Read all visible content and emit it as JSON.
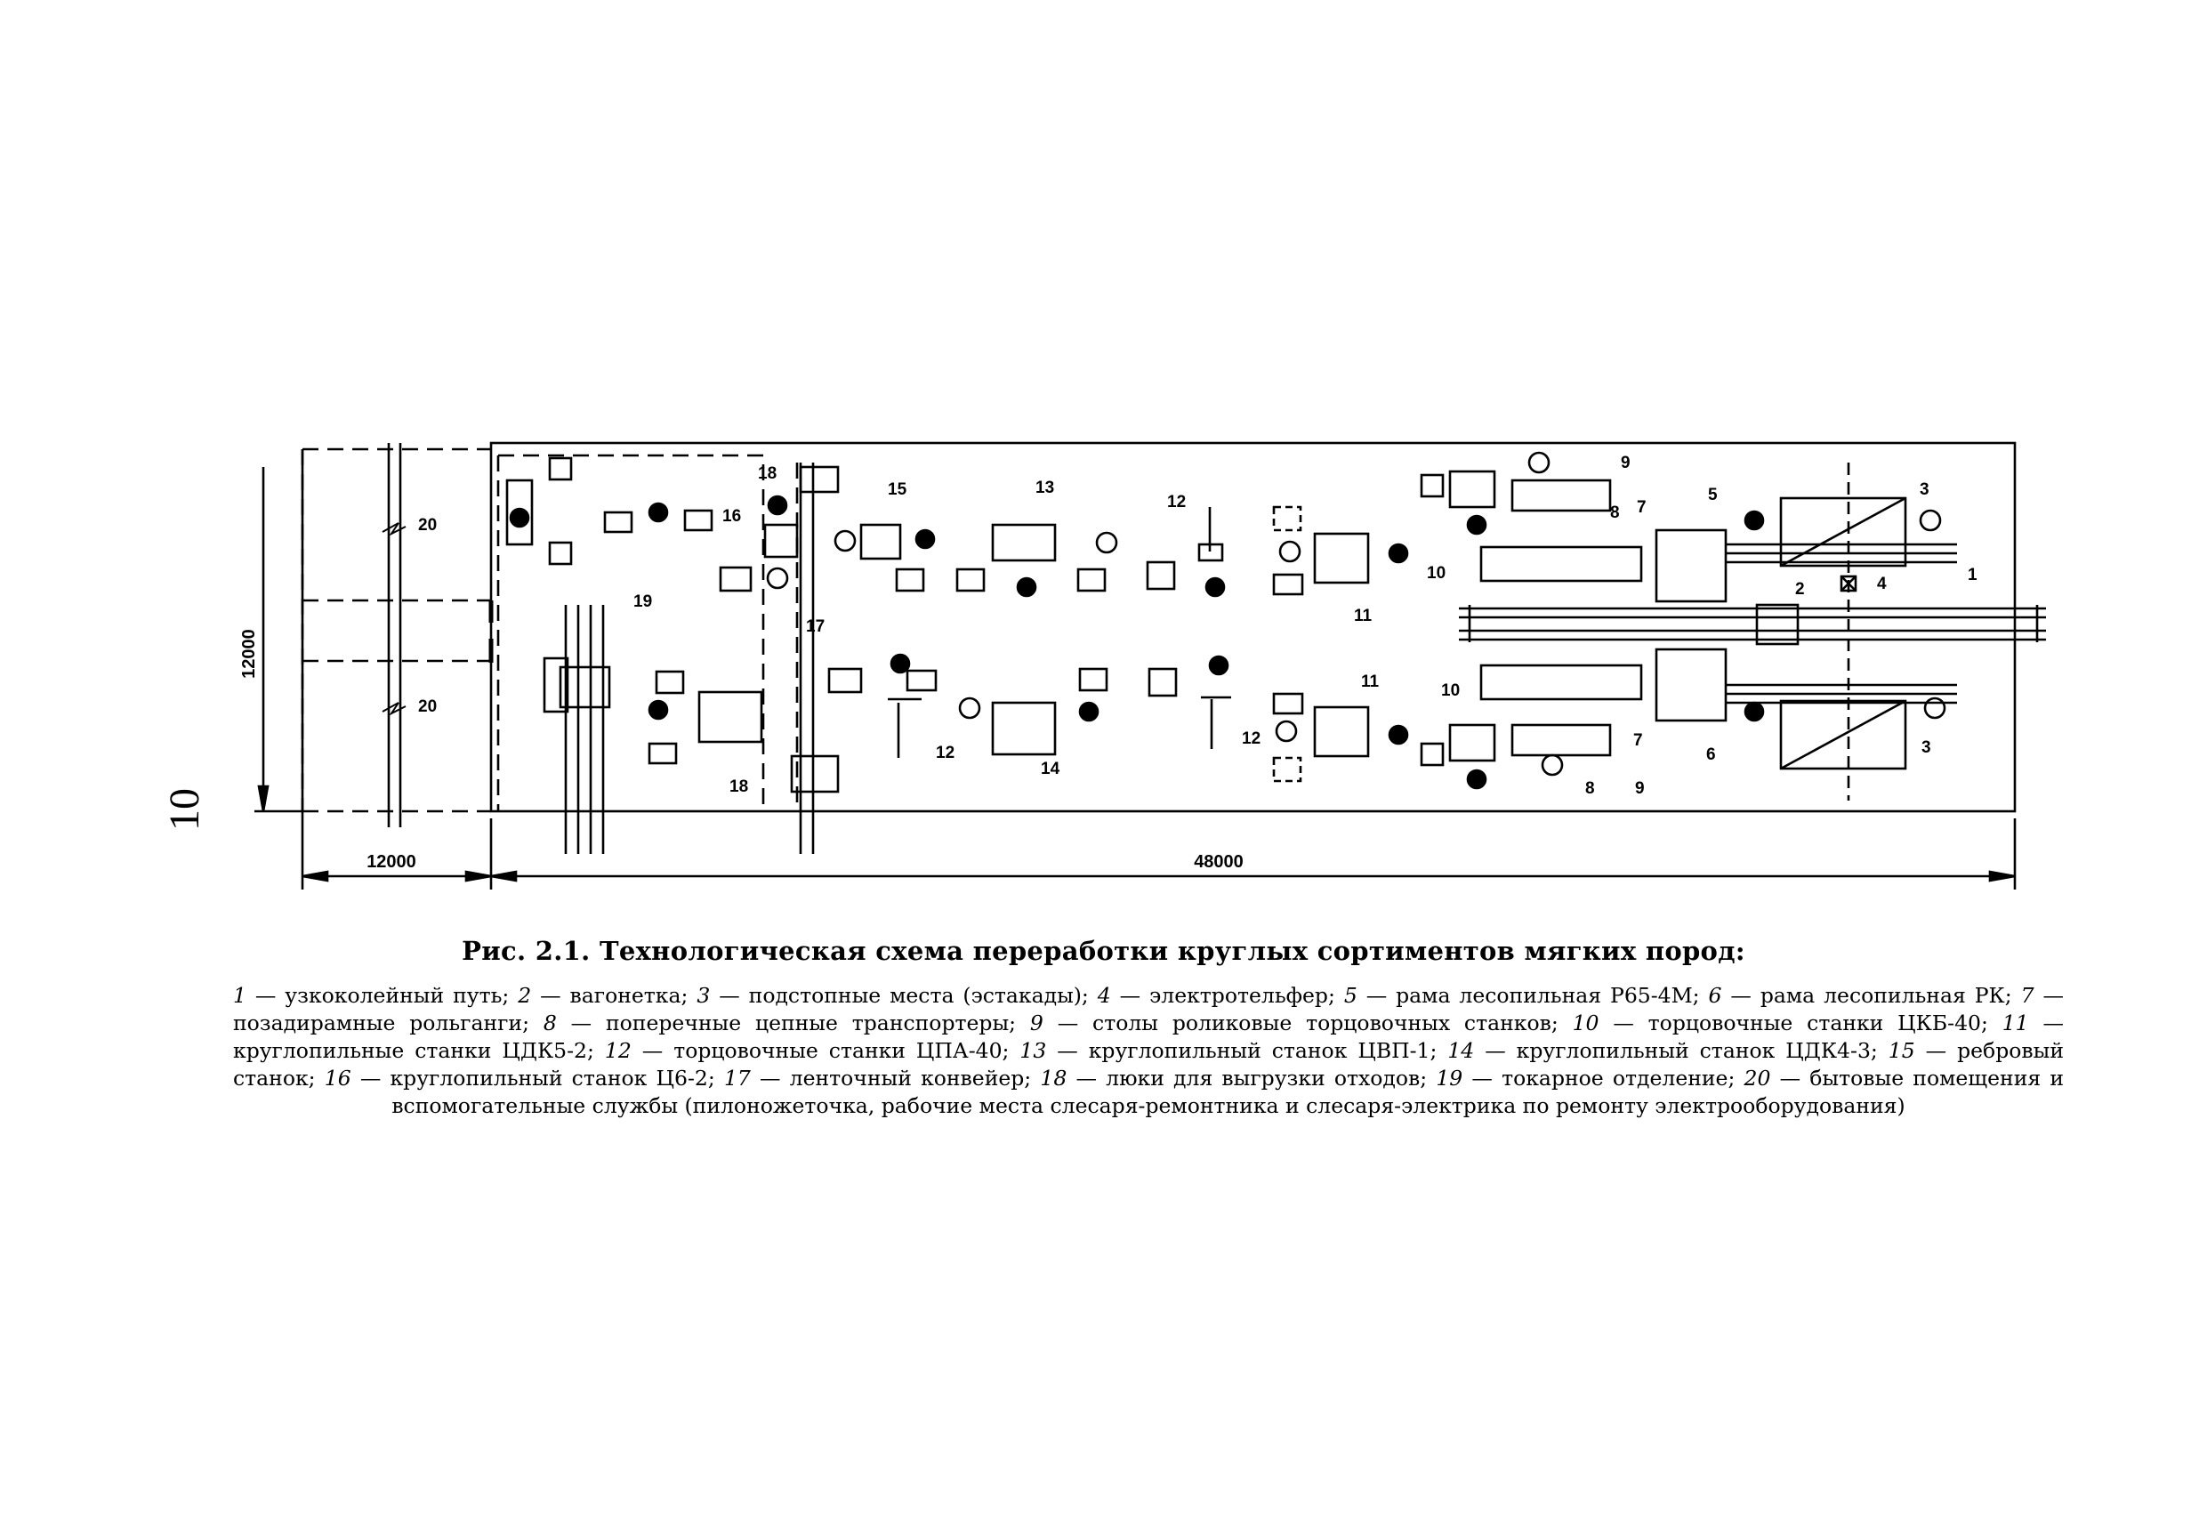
{
  "page": {
    "number": "10"
  },
  "plan": {
    "dimensions": {
      "width_left": "12000",
      "width_main": "48000",
      "height": "12000"
    },
    "callouts": [
      "1",
      "2",
      "3",
      "3",
      "4",
      "5",
      "6",
      "7",
      "7",
      "8",
      "8",
      "9",
      "9",
      "10",
      "10",
      "11",
      "11",
      "12",
      "12",
      "12",
      "13",
      "14",
      "15",
      "16",
      "17",
      "18",
      "18",
      "19",
      "20",
      "20"
    ]
  },
  "caption": {
    "title": "Рис. 2.1. Технологическая схема переработки круглых сортиментов мягких пород:",
    "items": [
      {
        "n": "1",
        "text": " — узкоколейный путь; "
      },
      {
        "n": "2",
        "text": " — вагонетка; "
      },
      {
        "n": "3",
        "text": " — подстопные места (эстакады); "
      },
      {
        "n": "4",
        "text": " — электротельфер; "
      },
      {
        "n": "5",
        "text": " — рама лесопильная Р65-4М; "
      },
      {
        "n": "6",
        "text": " — рама лесопильная РК; "
      },
      {
        "n": "7",
        "text": " — позадирамные рольганги; "
      },
      {
        "n": "8",
        "text": " — поперечные цепные транспортеры; "
      },
      {
        "n": "9",
        "text": " — столы роликовые торцовочных станков; "
      },
      {
        "n": "10",
        "text": " — торцовочные станки ЦКБ-40; "
      },
      {
        "n": "11",
        "text": " — круглопильные станки ЦДК5-2; "
      },
      {
        "n": "12",
        "text": " — торцовочные станки ЦПА-40; "
      },
      {
        "n": "13",
        "text": " — круглопильный станок ЦВП-1; "
      },
      {
        "n": "14",
        "text": " — круглопильный станок ЦДК4-3; "
      },
      {
        "n": "15",
        "text": " — ребровый станок; "
      },
      {
        "n": "16",
        "text": " — круглопильный станок Ц6-2; "
      },
      {
        "n": "17",
        "text": " — ленточный конвейер; "
      },
      {
        "n": "18",
        "text": " — люки для выгрузки отходов; "
      },
      {
        "n": "19",
        "text": " — токарное отделение; "
      },
      {
        "n": "20",
        "text": " — бытовые помещения и вспомогательные службы (пилоножеточка, рабочие места слесаря-ремонтника и слесаря-электрика по ремонту электрооборудования)"
      }
    ]
  }
}
